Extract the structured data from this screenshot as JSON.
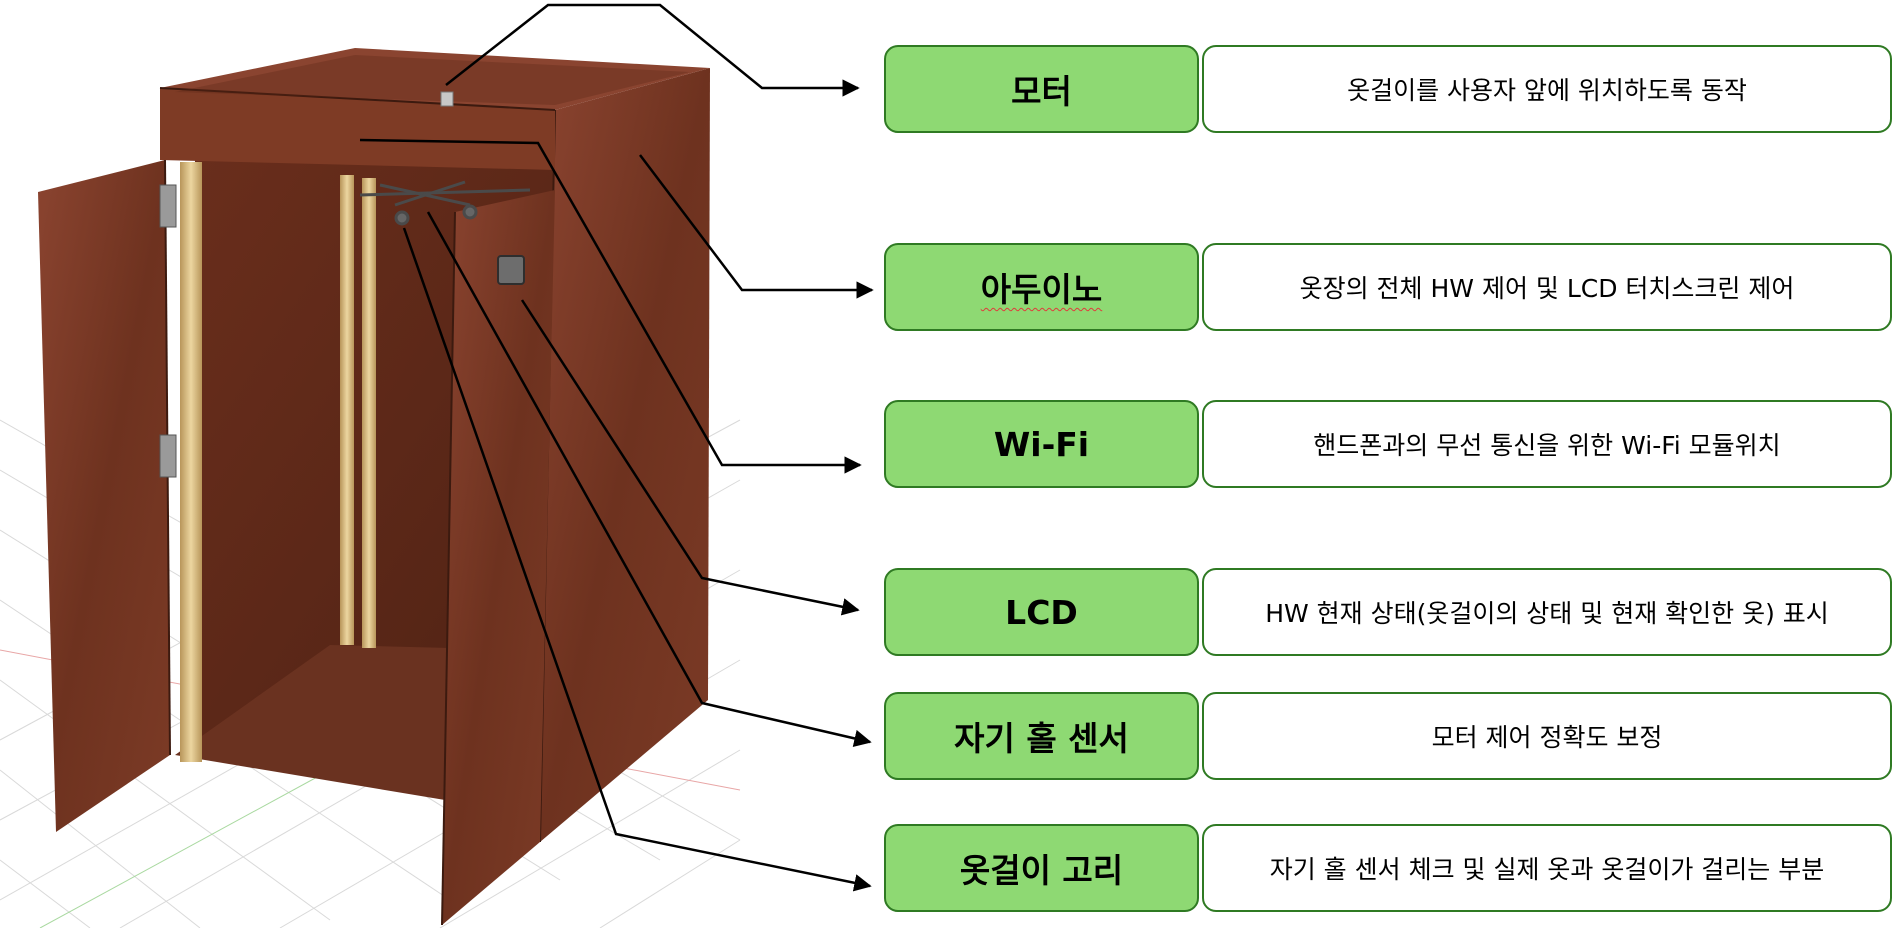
{
  "rows": [
    {
      "label": "모터",
      "desc": "옷걸이를 사용자 앞에 위치하도록 동작"
    },
    {
      "label": "아두이노",
      "desc": "옷장의 전체 HW 제어 및 LCD 터치스크린 제어"
    },
    {
      "label": "Wi-Fi",
      "desc": "핸드폰과의 무선 통신을 위한 Wi-Fi 모듈위치"
    },
    {
      "label": "LCD",
      "desc": "HW 현재 상태(옷걸이의 상태 및 현재 확인한 옷) 표시"
    },
    {
      "label": "자기 홀 센서",
      "desc": "모터 제어 정확도 보정"
    },
    {
      "label": "옷걸이 고리",
      "desc": "자기 홀 센서 체크 및 실제 옷과 옷걸이가 걸리는 부분"
    }
  ],
  "colors": {
    "label_fill": "#8ed973",
    "box_border": "#2f7a23",
    "wood_dark": "#5a2a1a",
    "wood_mid": "#7a3b27",
    "wood_light": "#8e4a31",
    "rail": "#d8b878"
  }
}
